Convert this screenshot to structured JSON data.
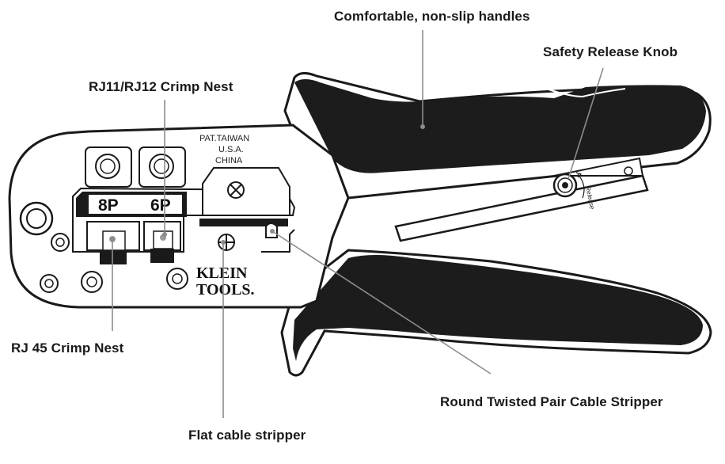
{
  "callouts": {
    "handles": "Comfortable, non-slip handles",
    "safety_release": "Safety Release Knob",
    "rj11_nest": "RJ11/RJ12 Crimp Nest",
    "rj45_nest": "RJ 45 Crimp Nest",
    "flat_stripper": "Flat cable stripper",
    "round_stripper": "Round Twisted Pair Cable Stripper"
  },
  "tool": {
    "stamp_line1": "PAT.TAIWAN",
    "stamp_line2": "U.S.A.",
    "stamp_line3": "CHINA",
    "nest_8p": "8P",
    "nest_6p": "6P",
    "brand_line1": "KLEIN",
    "brand_line2": "TOOLS.",
    "release_label": "Release"
  },
  "colors": {
    "outline": "#1a1a1a",
    "handle_grip": "#1c1c1c",
    "leader_line": "#8c8c8c",
    "body_fill": "#ffffff"
  }
}
